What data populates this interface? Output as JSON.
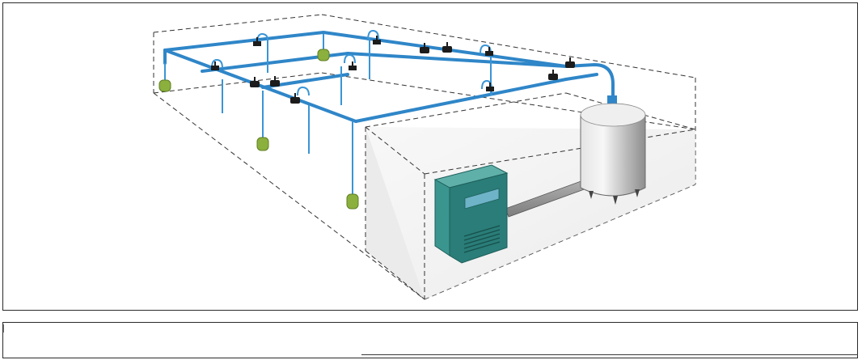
{
  "diagram": {
    "type": "compressed-air-piping-system",
    "colors": {
      "pipe": "#2f86c8",
      "drop_pipe": "#3a95d6",
      "drain_trap": "#8bb03e",
      "compressor_body": "#2e8a85",
      "compressor_panel": "#6fb3c8",
      "receiver_tank": "#c9c9c9",
      "dashed_outline": "#333333"
    },
    "components": [
      "main-loop-pipe",
      "drop-pipes",
      "shutoff-valves",
      "drain-traps",
      "air-compressor",
      "air-receiver-tank",
      "compressor-room-enclosure",
      "building-outline"
    ]
  }
}
